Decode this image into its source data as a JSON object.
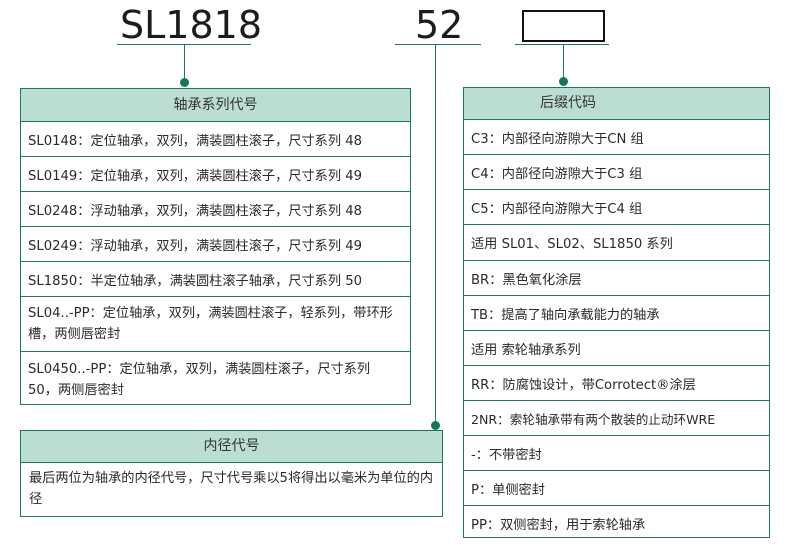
{
  "colors": {
    "accent": "#1a7a5a",
    "header_fill": "#bcddd4",
    "text": "#2a2a2a"
  },
  "codes": {
    "series": "SL1818",
    "bore": "52",
    "suffix": ""
  },
  "series_panel": {
    "title": "轴承系列代号",
    "rows": [
      "SL0148：定位轴承，双列，满装圆柱滚子，尺寸系列 48",
      "SL0149：定位轴承，双列，满装圆柱滚子，尺寸系列 49",
      "SL0248：浮动轴承，双列，满装圆柱滚子，尺寸系列 48",
      "SL0249：浮动轴承，双列，满装圆柱滚子，尺寸系列 49",
      "SL1850：半定位轴承，满装圆柱滚子轴承，尺寸系列 50",
      "SL04..-PP：定位轴承，双列，满装圆柱滚子，轻系列，带环形槽，两侧唇密封",
      "SL0450..-PP：定位轴承，双列，满装圆柱滚子，尺寸系列 50，两侧唇密封"
    ]
  },
  "bore_panel": {
    "title": "内径代号",
    "text": "最后两位为轴承的内径代号，尺寸代号乘以5将得出以毫米为单位的内径"
  },
  "suffix_panel": {
    "title": "后缀代码",
    "rows": [
      "C3：内部径向游隙大于CN 组",
      "C4：内部径向游隙大于C3 组",
      "C5：内部径向游隙大于C4 组",
      "适用 SL01、SL02、SL1850 系列",
      "BR：黑色氧化涂层",
      "TB：提高了轴向承载能力的轴承",
      "适用 索轮轴承系列",
      "RR：防腐蚀设计，带Corrotect®涂层",
      "2NR：索轮轴承带有两个散装的止动环WRE",
      "-：不带密封",
      "P：单侧密封",
      "PP：双侧密封，用于索轮轴承"
    ]
  }
}
